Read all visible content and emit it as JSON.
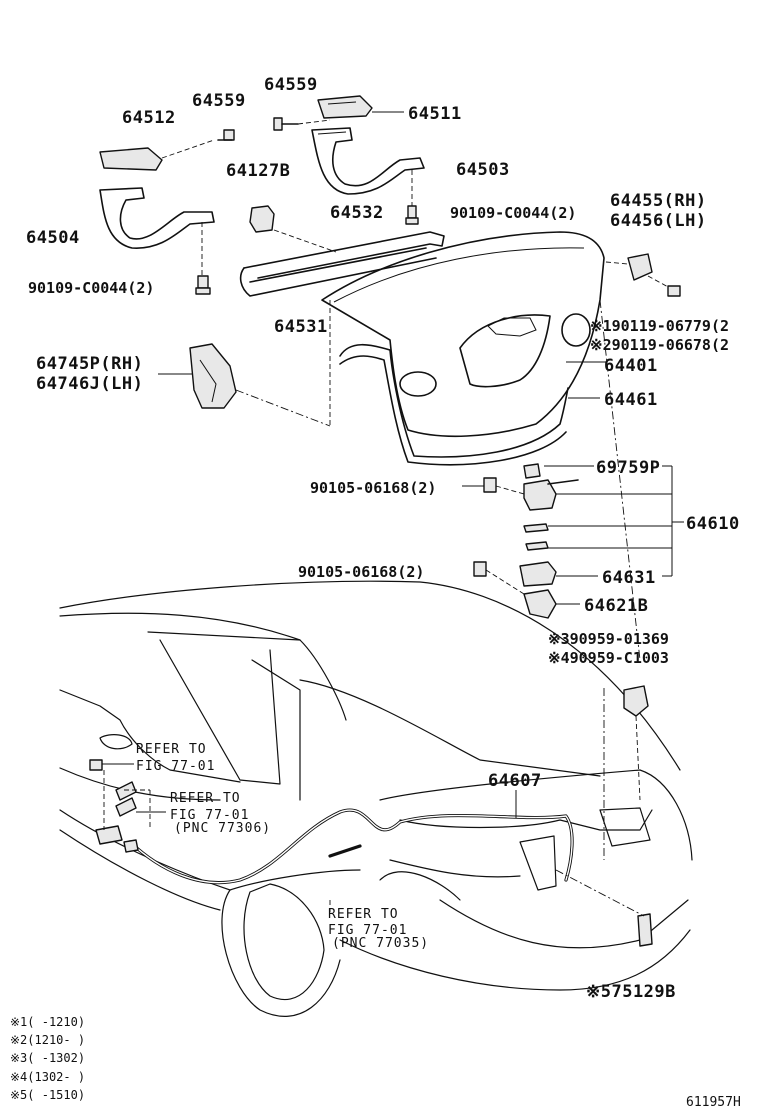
{
  "labels": {
    "p64559a": "64559",
    "p64559b": "64559",
    "p64512": "64512",
    "p64511": "64511",
    "p64503": "64503",
    "p64127b": "64127B",
    "p64532": "64532",
    "p90109a": "90109-C0044(2)",
    "p64504": "64504",
    "p90109b": "90109-C0044(2)",
    "p64531": "64531",
    "p64455": "64455(RH)",
    "p64456": "64456(LH)",
    "p90119a": "※190119-06779(2",
    "p90119b": "※290119-06678(2",
    "p64745": "64745P(RH)",
    "p64746": "64746J(LH)",
    "p64401": "64401",
    "p64461": "64461",
    "p69759": "69759P",
    "p90105a": "90105-06168(2)",
    "p64610": "64610",
    "p90105b": "90105-06168(2)",
    "p64631": "64631",
    "p64621": "64621B",
    "p90959a": "※390959-01369",
    "p90959b": "※490959-C1003",
    "p64607": "64607",
    "p75129": "※575129B"
  },
  "refs": {
    "r1_line1": "REFER TO",
    "r1_line2": "FIG 77-01",
    "r2_line1": "REFER TO",
    "r2_line2": "FIG 77-01",
    "r2_line3": "(PNC 77306)",
    "r3_line1": "REFER TO",
    "r3_line2": "FIG 77-01",
    "r3_line3": "(PNC 77035)"
  },
  "notes": [
    "※1(    -1210)",
    "※2(1210-    )",
    "※3(    -1302)",
    "※4(1302-    )",
    "※5(    -1510)"
  ],
  "figure_id": "611957H"
}
